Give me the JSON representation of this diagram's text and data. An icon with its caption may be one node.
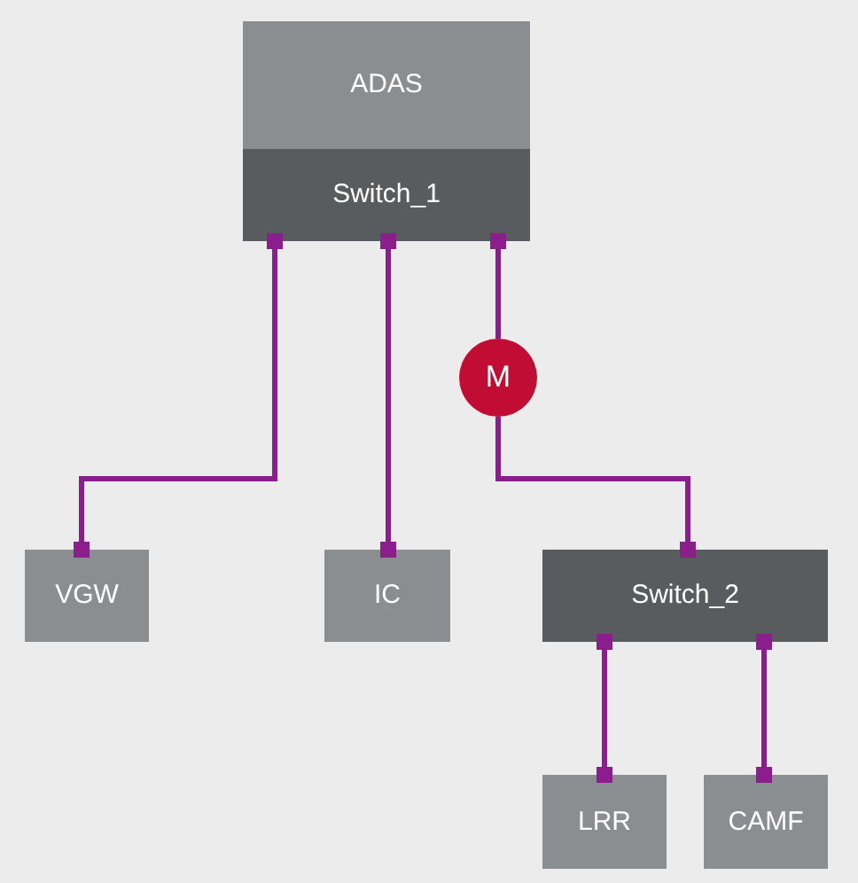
{
  "diagram": {
    "nodes": [
      {
        "text": [
          "ADAS"
        ]
      },
      {
        "text": [
          "Switch_1"
        ],
        "in": 0
      },
      {
        "text": [
          "M"
        ]
      },
      {
        "text": [
          "VGW"
        ]
      },
      {
        "text": [
          "IC"
        ]
      },
      {
        "text": [
          "Switch_2"
        ]
      },
      {
        "text": [
          "LRR"
        ]
      },
      {
        "text": [
          "CAMF"
        ]
      }
    ],
    "edges": [
      {
        "from": 1,
        "to": 3,
        "arrow": "other"
      },
      {
        "from": 1,
        "to": 4,
        "arrow": "other"
      },
      {
        "from": 1,
        "to": 2,
        "arrow": "other"
      },
      {
        "from": 2,
        "to": 5,
        "arrow": "other"
      },
      {
        "from": 5,
        "to": 6,
        "arrow": "other"
      },
      {
        "from": 5,
        "to": 7,
        "arrow": "other"
      }
    ]
  }
}
